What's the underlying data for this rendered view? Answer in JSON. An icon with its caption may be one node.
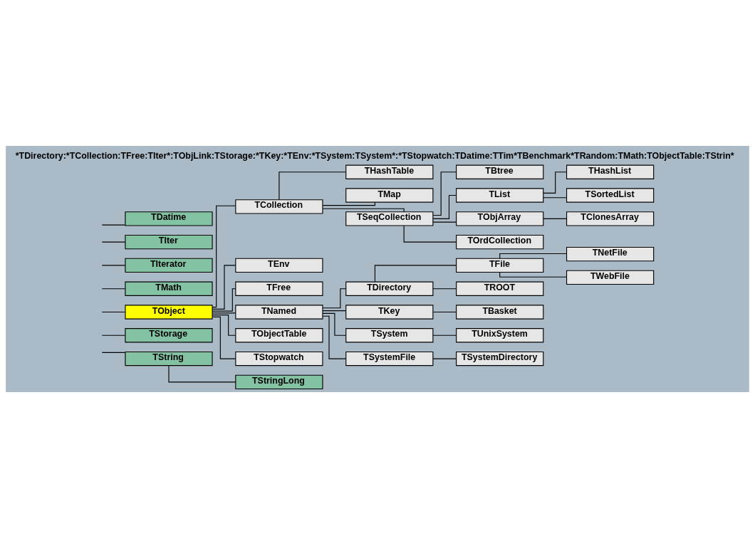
{
  "diagram": {
    "title": "*TDirectory:*TCollection:TFree:TIter*:TObjLink:TStorage:*TKey:*TEnv:*TSystem:TSystem*:*TStopwatch:TDatime:TTim*TBenchmark*TRandom:TMath:TObjectTable:TStrin*",
    "nodes": [
      {
        "text": [
          "TDatime"
        ]
      },
      {
        "text": [
          "TIter"
        ]
      },
      {
        "text": [
          "TIterator"
        ]
      },
      {
        "text": [
          "TMath"
        ]
      },
      {
        "text": [
          "TObject"
        ]
      },
      {
        "text": [
          "TStorage"
        ]
      },
      {
        "text": [
          "TString"
        ]
      },
      {
        "text": [
          "TCollection"
        ]
      },
      {
        "text": [
          "TEnv"
        ]
      },
      {
        "text": [
          "TFree"
        ]
      },
      {
        "text": [
          "TNamed"
        ]
      },
      {
        "text": [
          "TObjectTable"
        ]
      },
      {
        "text": [
          "TStopwatch"
        ]
      },
      {
        "text": [
          "TStringLong"
        ]
      },
      {
        "text": [
          "THashTable"
        ]
      },
      {
        "text": [
          "TMap"
        ]
      },
      {
        "text": [
          "TSeqCollection"
        ]
      },
      {
        "text": [
          "TDirectory"
        ]
      },
      {
        "text": [
          "TKey"
        ]
      },
      {
        "text": [
          "TSystem"
        ]
      },
      {
        "text": [
          "TSystemFile"
        ]
      },
      {
        "text": [
          "TBtree"
        ]
      },
      {
        "text": [
          "TList"
        ]
      },
      {
        "text": [
          "TObjArray"
        ]
      },
      {
        "text": [
          "TOrdCollection"
        ]
      },
      {
        "text": [
          "TFile"
        ]
      },
      {
        "text": [
          "TROOT"
        ]
      },
      {
        "text": [
          "TBasket"
        ]
      },
      {
        "text": [
          "TUnixSystem"
        ]
      },
      {
        "text": [
          "TSystemDirectory"
        ]
      },
      {
        "text": [
          "THashList"
        ]
      },
      {
        "text": [
          "TSortedList"
        ]
      },
      {
        "text": [
          "TClonesArray"
        ]
      },
      {
        "text": [
          "TNetFile"
        ]
      },
      {
        "text": [
          "TWebFile"
        ]
      }
    ],
    "edges": [
      {
        "from": null,
        "to": 0,
        "arrow": "none"
      },
      {
        "from": null,
        "to": 1,
        "arrow": "none"
      },
      {
        "from": null,
        "to": 2,
        "arrow": "none"
      },
      {
        "from": null,
        "to": 3,
        "arrow": "none"
      },
      {
        "from": null,
        "to": 4,
        "arrow": "none"
      },
      {
        "from": null,
        "to": 5,
        "arrow": "none"
      },
      {
        "from": null,
        "to": 6,
        "arrow": "none"
      },
      {
        "from": 4,
        "to": 7,
        "arrow": "none"
      },
      {
        "from": 4,
        "to": 8,
        "arrow": "none"
      },
      {
        "from": 4,
        "to": 9,
        "arrow": "none"
      },
      {
        "from": 4,
        "to": 10,
        "arrow": "none"
      },
      {
        "from": 4,
        "to": 11,
        "arrow": "none"
      },
      {
        "from": 4,
        "to": 12,
        "arrow": "none"
      },
      {
        "from": 6,
        "to": 13,
        "arrow": "none"
      },
      {
        "from": 7,
        "to": 14,
        "arrow": "none"
      },
      {
        "from": 7,
        "to": 15,
        "arrow": "none"
      },
      {
        "from": 7,
        "to": 16,
        "arrow": "none"
      },
      {
        "from": 10,
        "to": 17,
        "arrow": "none"
      },
      {
        "from": 10,
        "to": 18,
        "arrow": "none"
      },
      {
        "from": 10,
        "to": 19,
        "arrow": "none"
      },
      {
        "from": 10,
        "to": 20,
        "arrow": "none"
      },
      {
        "from": 16,
        "to": 21,
        "arrow": "none"
      },
      {
        "from": 16,
        "to": 22,
        "arrow": "none"
      },
      {
        "from": 16,
        "to": 23,
        "arrow": "none"
      },
      {
        "from": 16,
        "to": 24,
        "arrow": "none"
      },
      {
        "from": 17,
        "to": 25,
        "arrow": "none"
      },
      {
        "from": 17,
        "to": 26,
        "arrow": "none"
      },
      {
        "from": 18,
        "to": 27,
        "arrow": "none"
      },
      {
        "from": 19,
        "to": 28,
        "arrow": "none"
      },
      {
        "from": 20,
        "to": 29,
        "arrow": "none"
      },
      {
        "from": 22,
        "to": 30,
        "arrow": "none"
      },
      {
        "from": 22,
        "to": 31,
        "arrow": "none"
      },
      {
        "from": 23,
        "to": 32,
        "arrow": "none"
      },
      {
        "from": 25,
        "to": 33,
        "arrow": "none"
      },
      {
        "from": 25,
        "to": 34,
        "arrow": "none"
      }
    ]
  }
}
